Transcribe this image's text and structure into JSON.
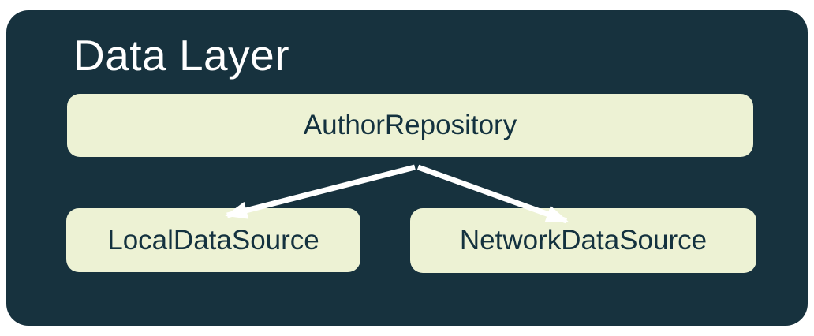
{
  "diagram": {
    "title": "Data Layer",
    "nodes": {
      "repository": {
        "label": "AuthorRepository"
      },
      "local": {
        "label": "LocalDataSource"
      },
      "network": {
        "label": "NetworkDataSource"
      }
    },
    "edges": [
      {
        "from": "AuthorRepository",
        "to": "LocalDataSource"
      },
      {
        "from": "AuthorRepository",
        "to": "NetworkDataSource"
      }
    ],
    "colors": {
      "page_bg": "#ffffff",
      "card_bg": "#17323e",
      "node_bg": "#edf2d4",
      "node_text": "#14323f",
      "title_text": "#ffffff",
      "arrow": "#ffffff"
    }
  }
}
